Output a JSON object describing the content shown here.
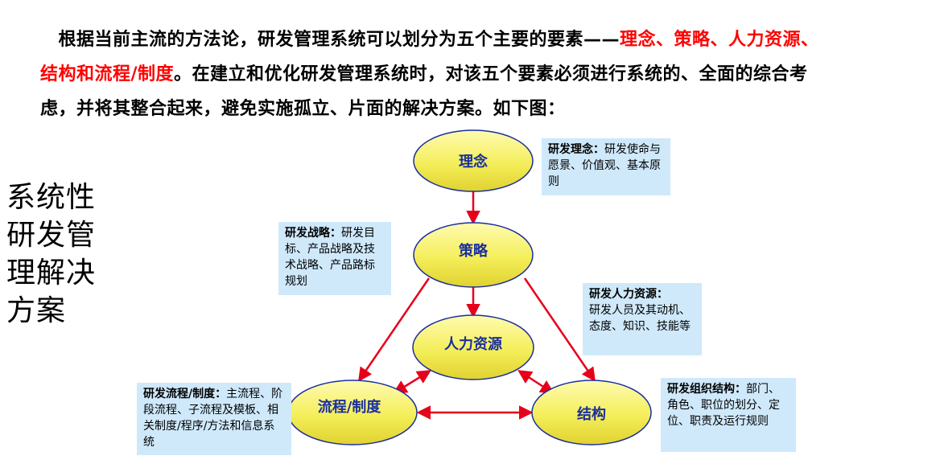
{
  "intro": {
    "line1_a": "根据当前主流的方法论，研发管理系统可以划分为五个主要的要素——",
    "line1_red": "理念、策略、人力资源、",
    "line2_red": "结构和流程/制度",
    "line2_b": "。在建立和优化研发管理系统时，对该五个要素必须进行系统的、全面的综合考",
    "line3": "虑，并将其整合起来，避免实施孤立、片面的解决方案。如下图："
  },
  "side_title": [
    "系统性",
    "研发管",
    "理解决",
    "方案"
  ],
  "nodes": {
    "idea": "理念",
    "strategy": "策略",
    "hr": "人力资源",
    "process": "流程/制度",
    "structure": "结构"
  },
  "notes": {
    "idea": {
      "head": "研发理念：",
      "body": "研发使命与愿景、价值观、基本原则"
    },
    "strategy": {
      "head": "研发战略：",
      "body": "研发目标、产品战略及技术战略、产品路标规划"
    },
    "hr": {
      "head": "研发人力资源：",
      "body": "研发人员及其动机、态度、知识、技能等"
    },
    "process": {
      "head": "研发流程/制度：",
      "body": "主流程、阶段流程、子流程及模板、相关制度/程序/方法和信息系统"
    },
    "structure": {
      "head": "研发组织结构：",
      "body": "部门、角色、职位的划分、定位、职责及运行规则"
    }
  },
  "colors": {
    "ellipse_fill": "#f4ee5a",
    "ellipse_stroke": "#1a2f9c",
    "arrow": "#e6001a",
    "note_bg": "#cfe9fb",
    "accent_red": "#ff0000"
  }
}
